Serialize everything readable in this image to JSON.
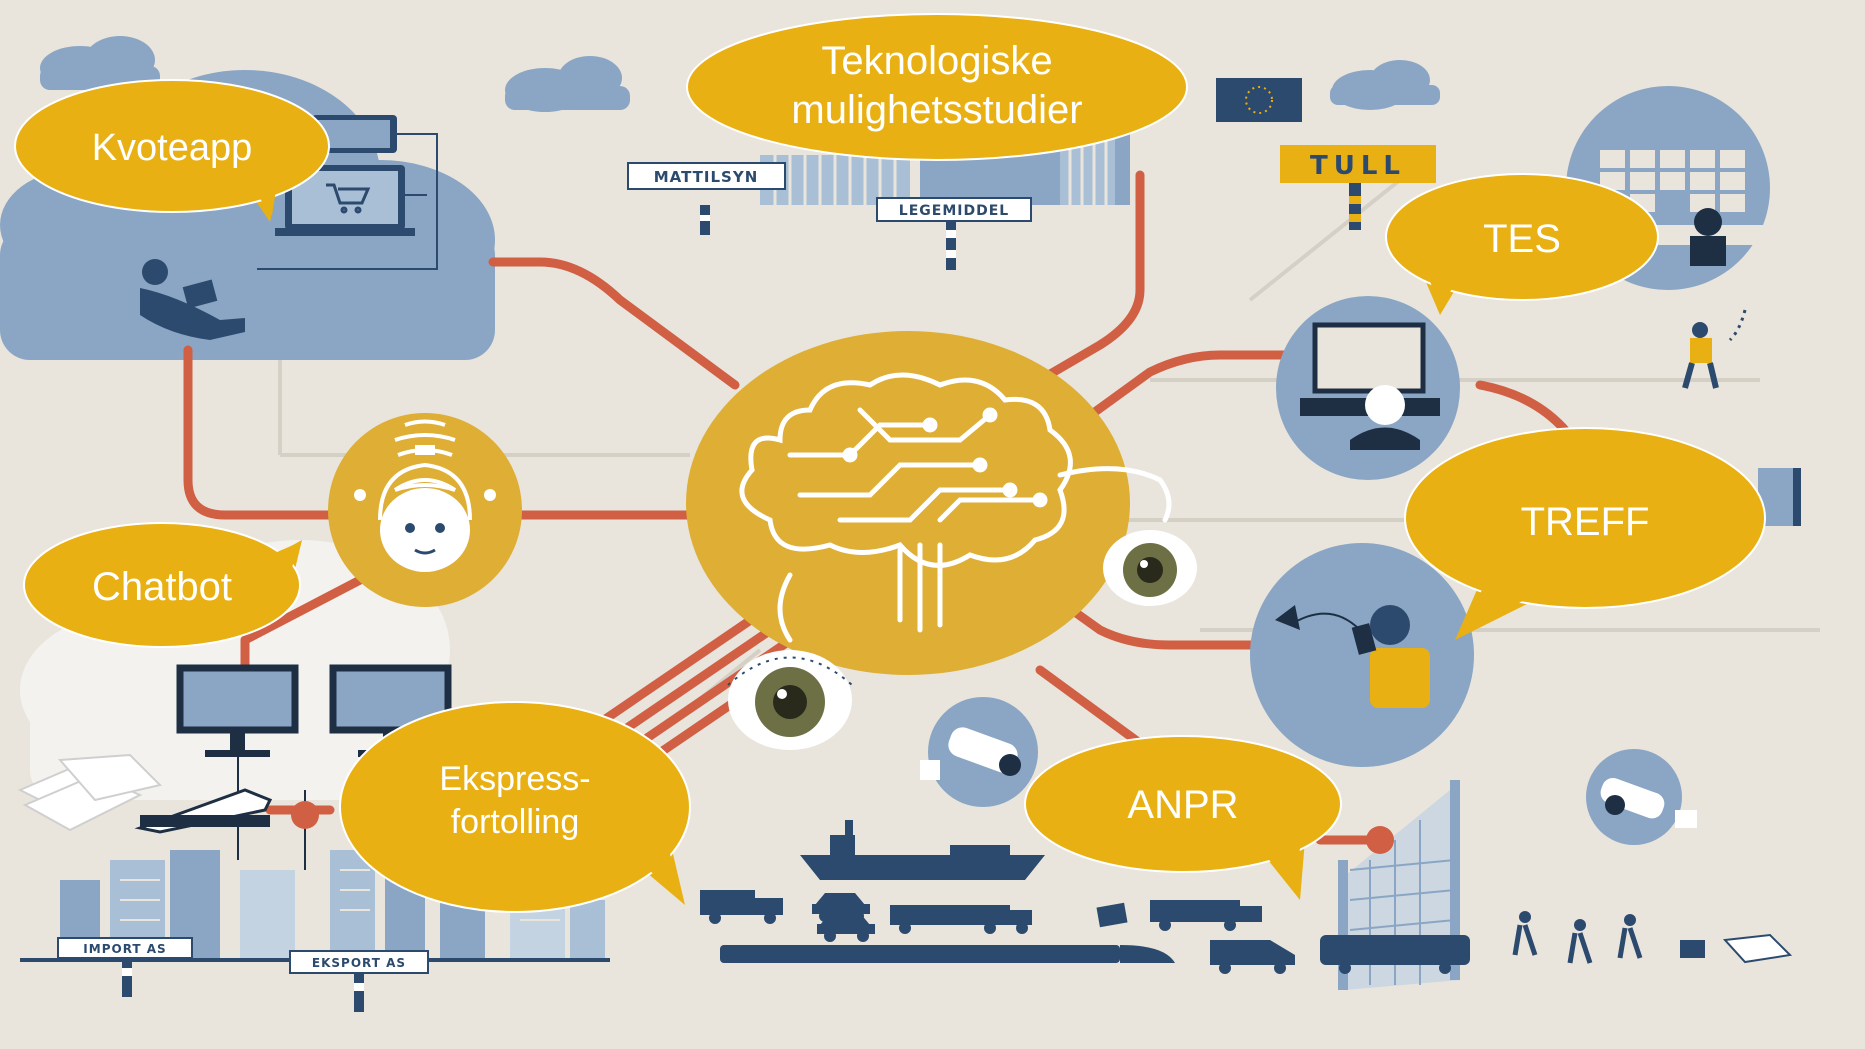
{
  "bubbles": {
    "teknologiske_line1": "Teknologiske",
    "teknologiske_line2": "mulighetsstudier",
    "kvoteapp": "Kvoteapp",
    "tes": "TES",
    "treff": "TREFF",
    "chatbot": "Chatbot",
    "ekspress_line1": "Ekspress-",
    "ekspress_line2": "fortolling",
    "anpr": "ANPR"
  },
  "signs": {
    "mattilsyn": "MATTILSYN",
    "legemiddel": "LEGEMIDDEL",
    "tull": "TULL",
    "import": "IMPORT AS",
    "eksport": "EKSPORT AS"
  },
  "colors": {
    "background": "#e9e5dc",
    "bubble": "#e8b012",
    "hub": "#deae35",
    "road": "#d05f44",
    "blue": "#8aa6c4",
    "navy": "#2c4a6e"
  }
}
